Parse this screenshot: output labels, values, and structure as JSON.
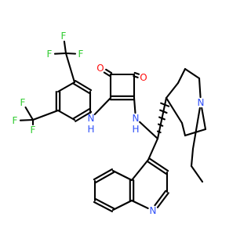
{
  "colors": {
    "background": "#ffffff",
    "bond": "#000000",
    "fluorine": "#33cc33",
    "oxygen": "#ff0d0d",
    "nitrogen": "#3050f8",
    "carbon": "#000000"
  },
  "labels": {
    "f1": "F",
    "f2": "F",
    "f3": "F",
    "f4": "F",
    "f5": "F",
    "f6": "F",
    "o1": "O",
    "o2": "O",
    "nh1": "N",
    "h1": "H",
    "nh2": "N",
    "h2": "H",
    "n_bridgehead": "N",
    "n_quinoline": "N"
  }
}
